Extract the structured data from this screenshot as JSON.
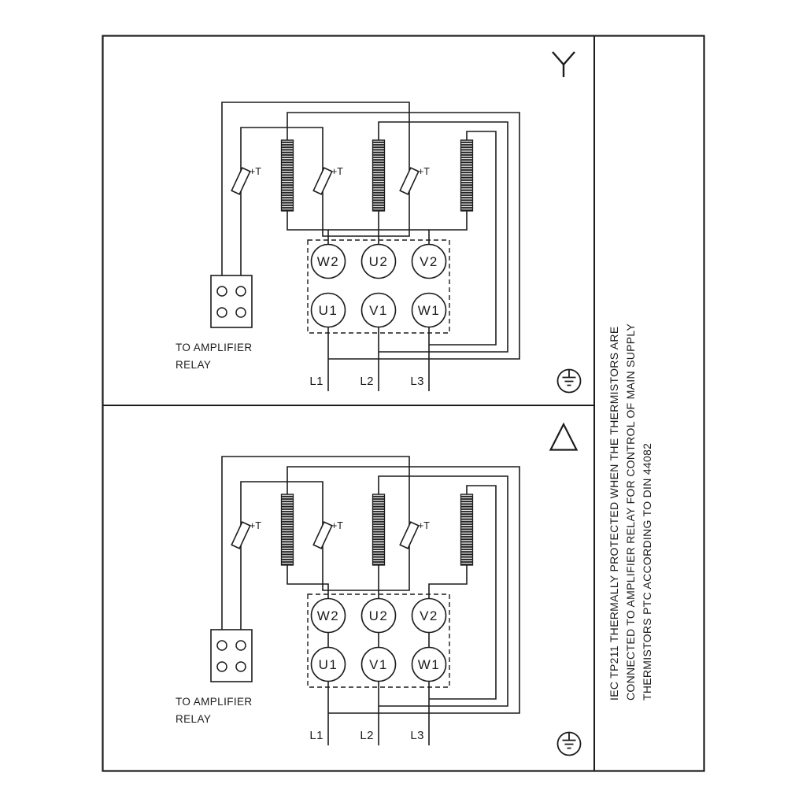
{
  "colors": {
    "line": "#1c1c1c",
    "background": "#ffffff"
  },
  "labels": {
    "terminals_top": [
      "W2",
      "U2",
      "V2"
    ],
    "terminals_bottom": [
      "U1",
      "V1",
      "W1"
    ],
    "supply": [
      "L1",
      "L2",
      "L3"
    ],
    "thermistor": "+T",
    "relay_caption": [
      "TO AMPLIFIER",
      "RELAY"
    ]
  },
  "panels": [
    {
      "name": "star-connection",
      "symbol": "star-icon"
    },
    {
      "name": "delta-connection",
      "symbol": "delta-icon"
    }
  ],
  "icons": {
    "star": "star-icon",
    "delta": "delta-icon",
    "ground": "earth-ground-icon",
    "thermistor": "ptc-thermistor-icon",
    "winding": "motor-winding-icon"
  },
  "sidebar": {
    "lines": [
      "IEC TP211 THERMALLY PROTECTED WHEN THE THERMISTORS ARE",
      "CONNECTED TO AMPLIFIER RELAY FOR CONTROL OF MAIN SUPPLY",
      "THERMISTORS PTC ACCORDING TO DIN 44082"
    ]
  }
}
